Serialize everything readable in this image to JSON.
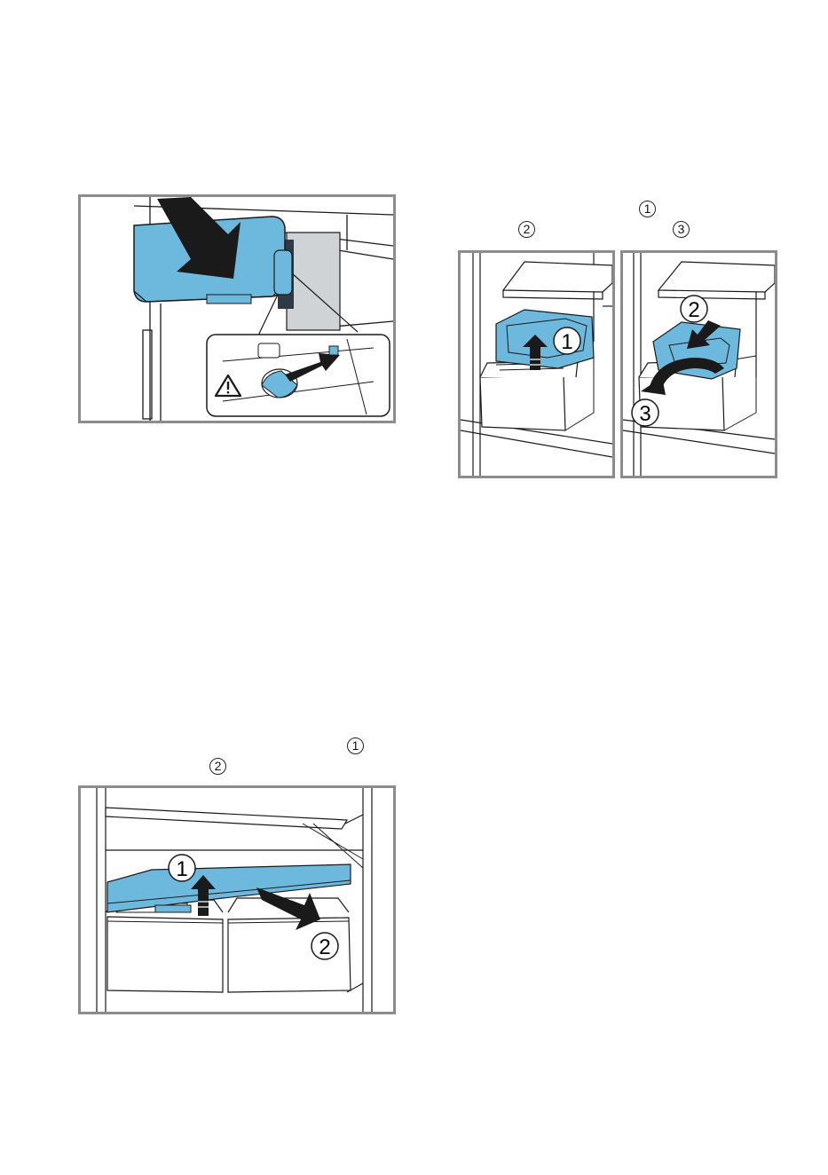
{
  "figure_top": {
    "warning_symbol": "warning-triangle-icon"
  },
  "figure_right": {
    "text_markers": [
      "1",
      "2",
      "3"
    ],
    "left_panel_callouts": [
      "1"
    ],
    "right_panel_callouts": [
      "2",
      "3"
    ]
  },
  "figure_bottom": {
    "text_markers": [
      "1",
      "2"
    ],
    "callouts": [
      "1",
      "2"
    ]
  },
  "colors": {
    "accent_blue": "#6db9de",
    "frame_gray": "#8c8c8c",
    "line": "#1a1a1a"
  }
}
